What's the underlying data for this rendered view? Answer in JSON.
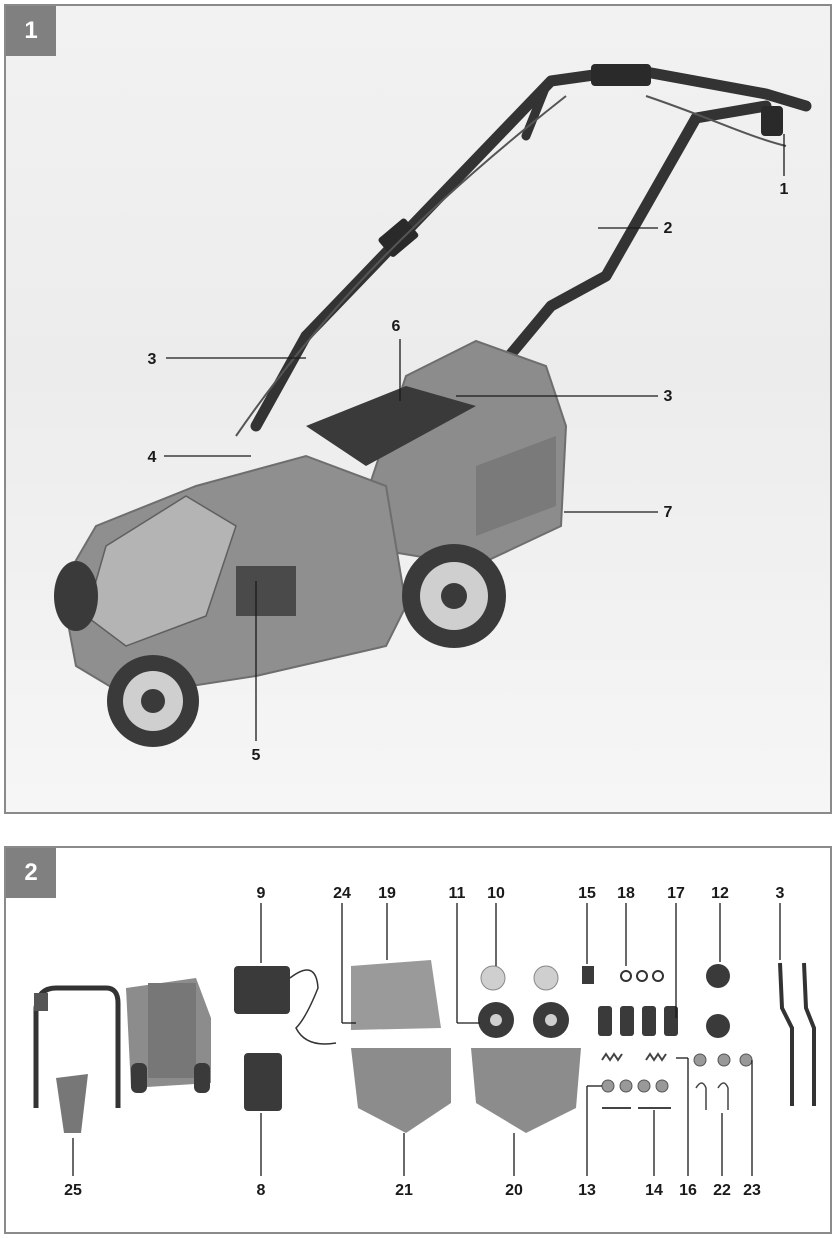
{
  "figure1": {
    "number": "1",
    "callouts": [
      {
        "id": "c1-1",
        "text": "1"
      },
      {
        "id": "c1-2",
        "text": "2"
      },
      {
        "id": "c1-3a",
        "text": "3"
      },
      {
        "id": "c1-3b",
        "text": "3"
      },
      {
        "id": "c1-4",
        "text": "4"
      },
      {
        "id": "c1-5",
        "text": "5"
      },
      {
        "id": "c1-6",
        "text": "6"
      },
      {
        "id": "c1-7",
        "text": "7"
      }
    ]
  },
  "figure2": {
    "number": "2",
    "callouts": [
      {
        "id": "c2-9",
        "text": "9"
      },
      {
        "id": "c2-24",
        "text": "24"
      },
      {
        "id": "c2-19",
        "text": "19"
      },
      {
        "id": "c2-11",
        "text": "11"
      },
      {
        "id": "c2-10",
        "text": "10"
      },
      {
        "id": "c2-15",
        "text": "15"
      },
      {
        "id": "c2-18",
        "text": "18"
      },
      {
        "id": "c2-17",
        "text": "17"
      },
      {
        "id": "c2-12",
        "text": "12"
      },
      {
        "id": "c2-3",
        "text": "3"
      },
      {
        "id": "c2-25",
        "text": "25"
      },
      {
        "id": "c2-8",
        "text": "8"
      },
      {
        "id": "c2-21",
        "text": "21"
      },
      {
        "id": "c2-20",
        "text": "20"
      },
      {
        "id": "c2-13",
        "text": "13"
      },
      {
        "id": "c2-14",
        "text": "14"
      },
      {
        "id": "c2-16",
        "text": "16"
      },
      {
        "id": "c2-22",
        "text": "22"
      },
      {
        "id": "c2-23",
        "text": "23"
      }
    ]
  },
  "colors": {
    "mower_body": "#8c8c8c",
    "dark_parts": "#3a3a3a",
    "panel_border": "#8a8a8a",
    "tag_fill": "#808080"
  }
}
